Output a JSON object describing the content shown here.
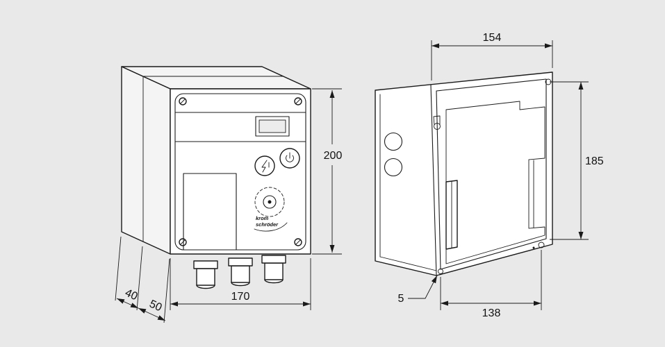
{
  "drawing": {
    "type": "technical-dimension-drawing",
    "brand": {
      "line1": "krom",
      "line2": "schröder"
    },
    "front_view": {
      "dimensions": {
        "height": "200",
        "width": "170",
        "depth_housing": "40",
        "depth_cover": "50"
      }
    },
    "rear_view": {
      "dimensions": {
        "width_top": "154",
        "height": "185",
        "width_bottom": "138",
        "hole_offset": "5"
      }
    },
    "colors": {
      "background": "#e9e9e9",
      "line": "#1a1a1a",
      "face": "#ffffff"
    }
  }
}
